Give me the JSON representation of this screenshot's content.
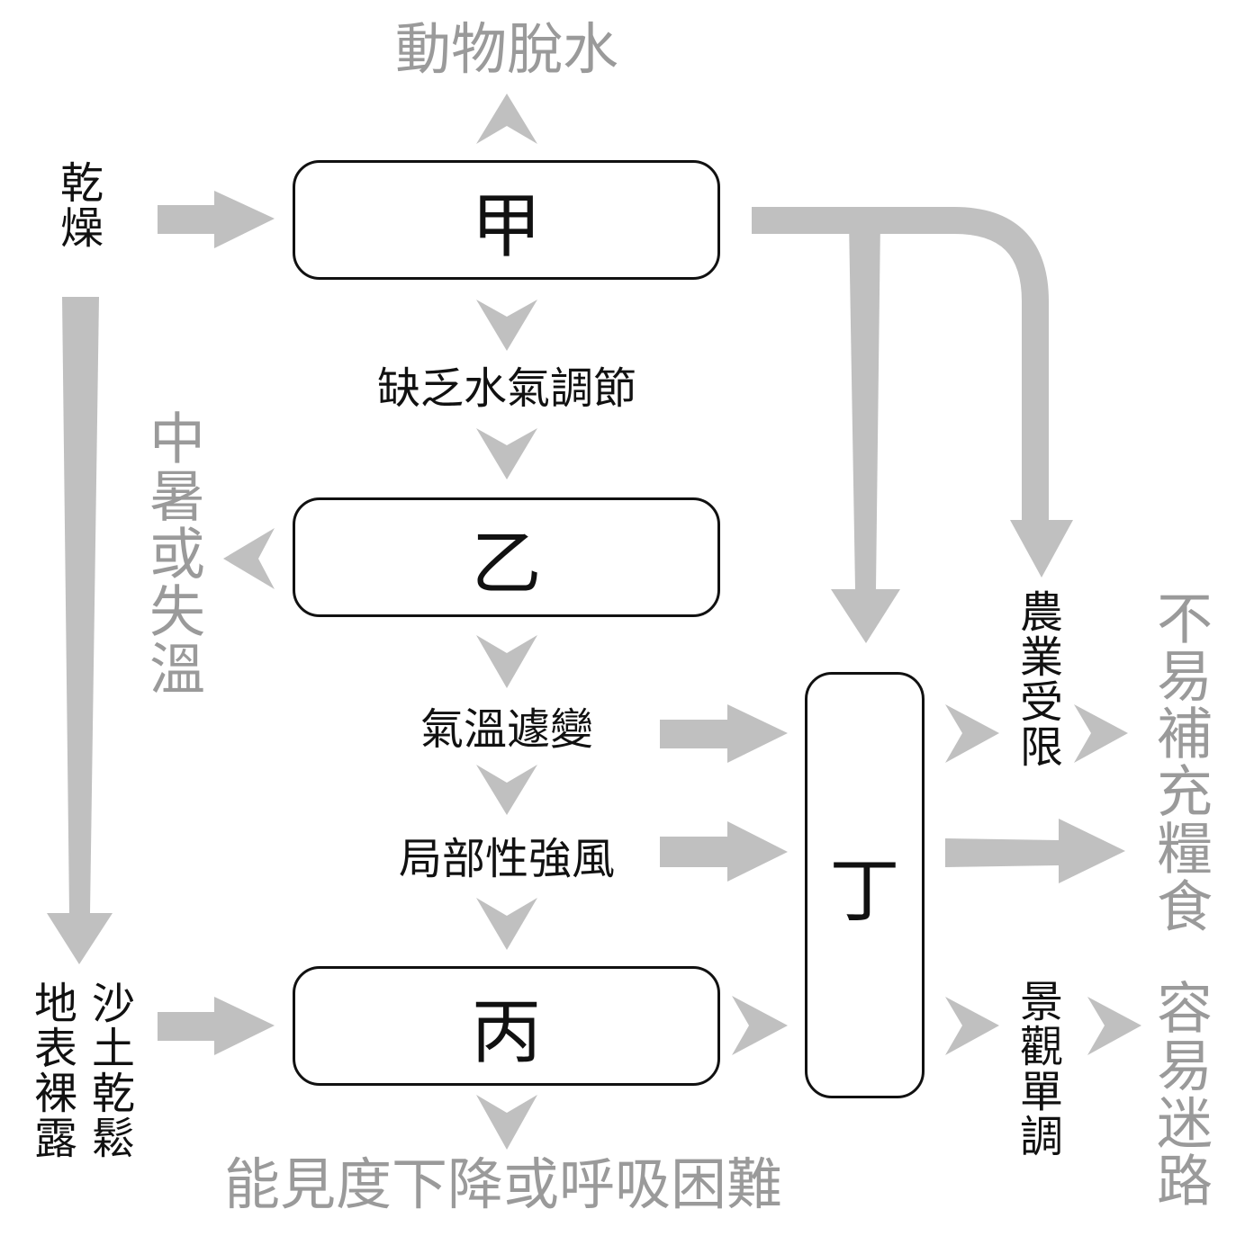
{
  "colors": {
    "arrow": "#c0c0c0",
    "dark_text": "#111111",
    "grey_text": "#9a9a9a",
    "box_border": "#111111"
  },
  "boxes": {
    "a": "甲",
    "b": "乙",
    "c": "丙",
    "d": "丁"
  },
  "labels": {
    "top": "動物脫水",
    "dry": "乾燥",
    "lack": "缺乏水氣調節",
    "heat": "中暑或失溫",
    "temp": "氣溫遽變",
    "wind": "局部性強風",
    "bottom": "能見度下降或呼吸困難",
    "sand": "沙土乾鬆",
    "bare": "地表裸露",
    "agri": "農業受限",
    "food": "不易補充糧食",
    "scene": "景觀單調",
    "lost": "容易迷路"
  }
}
